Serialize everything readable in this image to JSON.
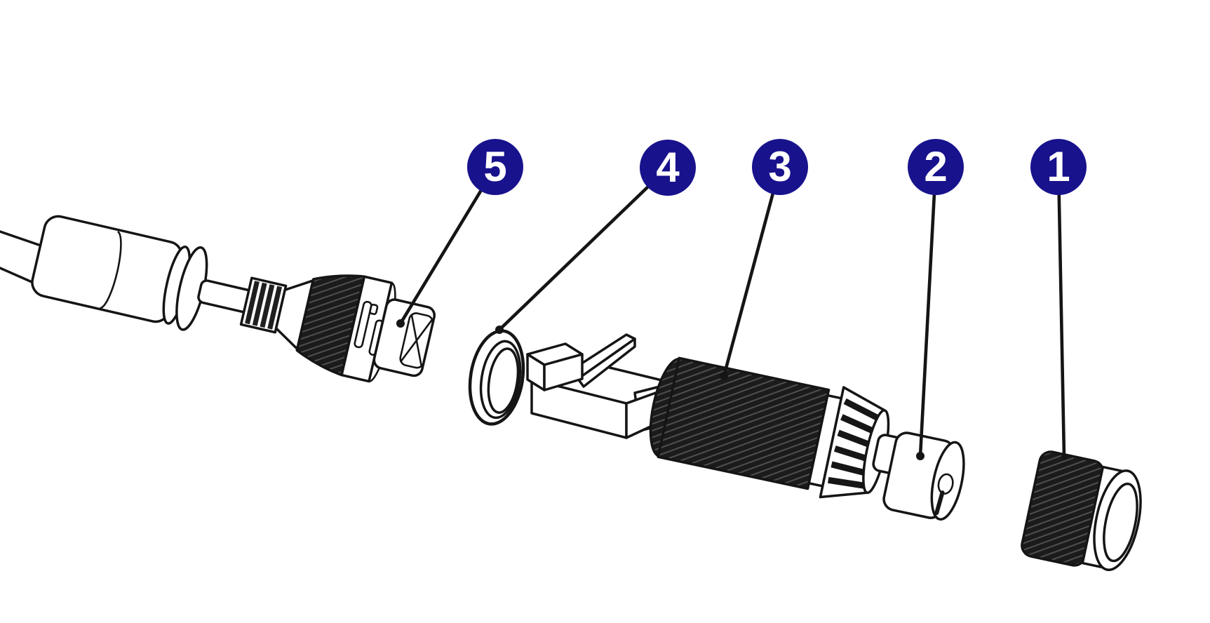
{
  "diagram": {
    "kind": "exploded-parts-diagram",
    "colors": {
      "accent": "#18128c",
      "line": "#151515",
      "background": "#ffffff"
    },
    "callouts": [
      {
        "label": "5"
      },
      {
        "label": "4"
      },
      {
        "label": "3"
      },
      {
        "label": "2"
      },
      {
        "label": "1"
      }
    ]
  }
}
